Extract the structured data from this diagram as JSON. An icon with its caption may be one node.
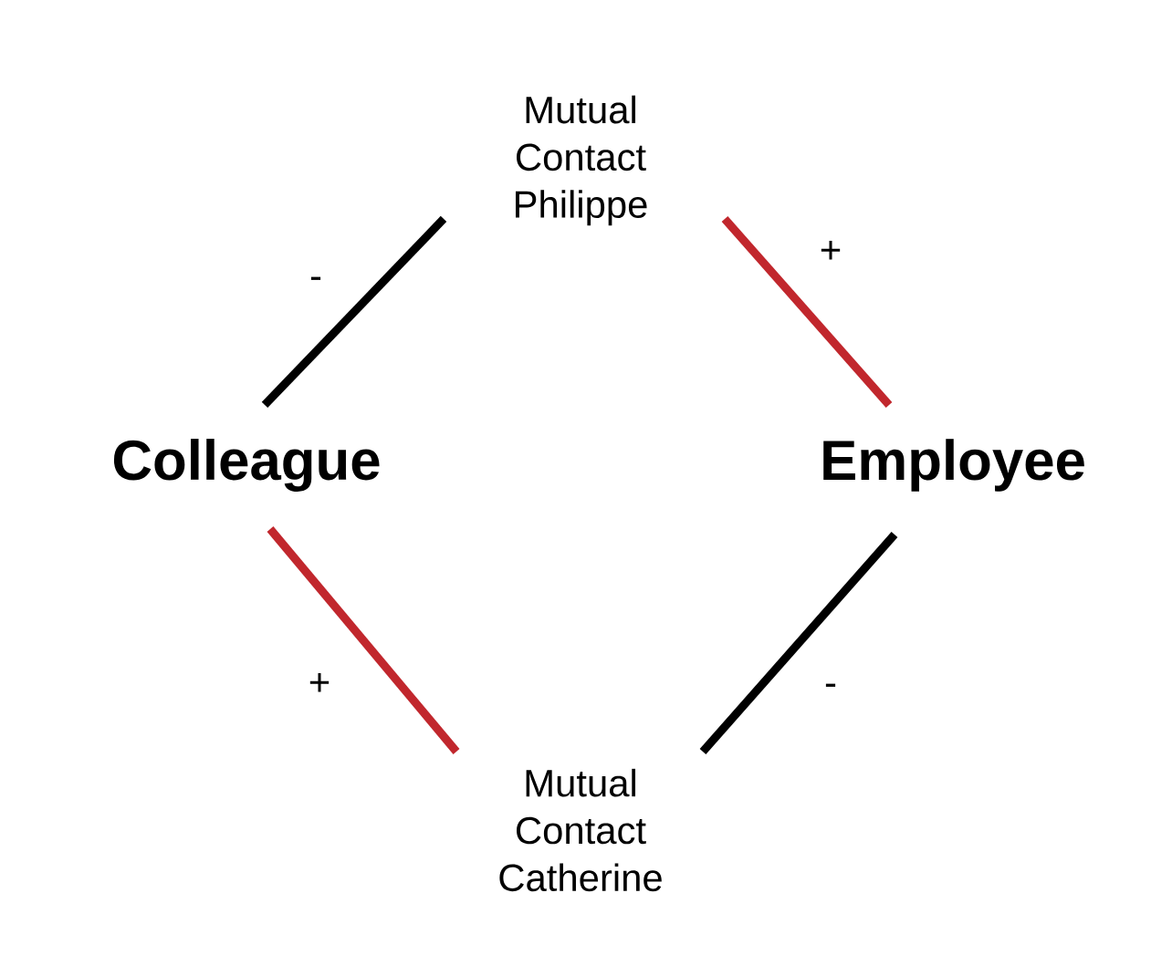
{
  "diagram": {
    "nodes": [
      {
        "text": [
          "Mutual Contact Philippe"
        ]
      },
      {
        "text": [
          "Colleague"
        ]
      },
      {
        "text": [
          "Employee"
        ]
      },
      {
        "text": [
          "Mutual Contact Catherine"
        ]
      }
    ],
    "edges": [
      {
        "from": 1,
        "to": 0,
        "arrow": "none",
        "label": "-",
        "color": "#000000"
      },
      {
        "from": 0,
        "to": 2,
        "arrow": "none",
        "label": "+",
        "color": "#c1272d"
      },
      {
        "from": 1,
        "to": 3,
        "arrow": "none",
        "label": "+",
        "color": "#c1272d"
      },
      {
        "from": 2,
        "to": 3,
        "arrow": "none",
        "label": "-",
        "color": "#000000"
      }
    ]
  }
}
